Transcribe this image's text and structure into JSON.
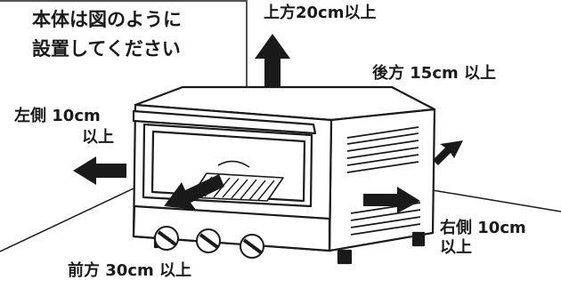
{
  "instruction": {
    "line1": "本体は図のように",
    "line2": "設置してください"
  },
  "clearances": {
    "above": "上方20cm以上",
    "rear": "後方 15cm 以上",
    "left_line1": "左側 10cm",
    "left_line2": "以上",
    "right_line1": "右側 10cm",
    "right_line2": "以上",
    "front": "前方 30cm 以上"
  },
  "colors": {
    "ink": "#1a1a1a",
    "background": "#ffffff"
  }
}
